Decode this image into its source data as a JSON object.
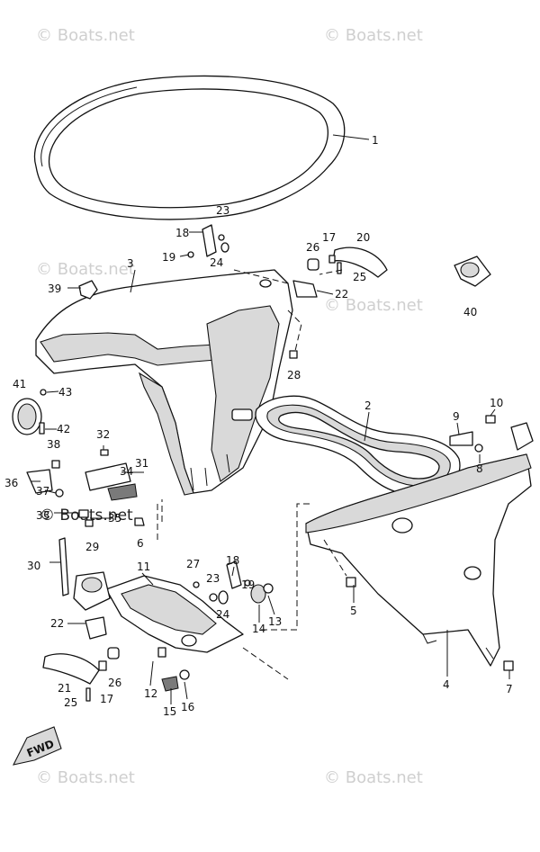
{
  "watermark": "© Boats.net",
  "watermark_inline": "© Boats.net",
  "fwd_label": "FWD",
  "callouts": [
    "1",
    "2",
    "3",
    "4",
    "5",
    "7",
    "8",
    "9",
    "10",
    "11",
    "12",
    "13",
    "14",
    "15",
    "16",
    "17",
    "18",
    "19",
    "20",
    "21",
    "22",
    "23",
    "24",
    "25",
    "26",
    "27",
    "28",
    "29",
    "30",
    "31",
    "32",
    "33",
    "34",
    "35",
    "36",
    "37",
    "38",
    "39",
    "40",
    "41",
    "42",
    "43",
    "6"
  ],
  "labels": {
    "l1": "1",
    "l2": "2",
    "l3": "3",
    "l4": "4",
    "l5": "5",
    "l6": "6",
    "l7": "7",
    "l8": "8",
    "l9": "9",
    "l10": "10",
    "l11": "11",
    "l12": "12",
    "l13": "13",
    "l14": "14",
    "l15": "15",
    "l16": "16",
    "l17a": "17",
    "l17b": "17",
    "l18a": "18",
    "l18b": "18",
    "l19a": "19",
    "l19b": "19",
    "l20": "20",
    "l21": "21",
    "l22a": "22",
    "l22b": "22",
    "l23a": "23",
    "l23b": "23",
    "l24a": "24",
    "l24b": "24",
    "l25a": "25",
    "l25b": "25",
    "l26a": "26",
    "l26b": "26",
    "l27": "27",
    "l28": "28",
    "l29": "29",
    "l30": "30",
    "l31": "31",
    "l32": "32",
    "l33": "33",
    "l34": "34",
    "l35": "35",
    "l36": "36",
    "l37": "37",
    "l38": "38",
    "l39": "39",
    "l40": "40",
    "l41": "41",
    "l42": "42",
    "l43": "43"
  }
}
